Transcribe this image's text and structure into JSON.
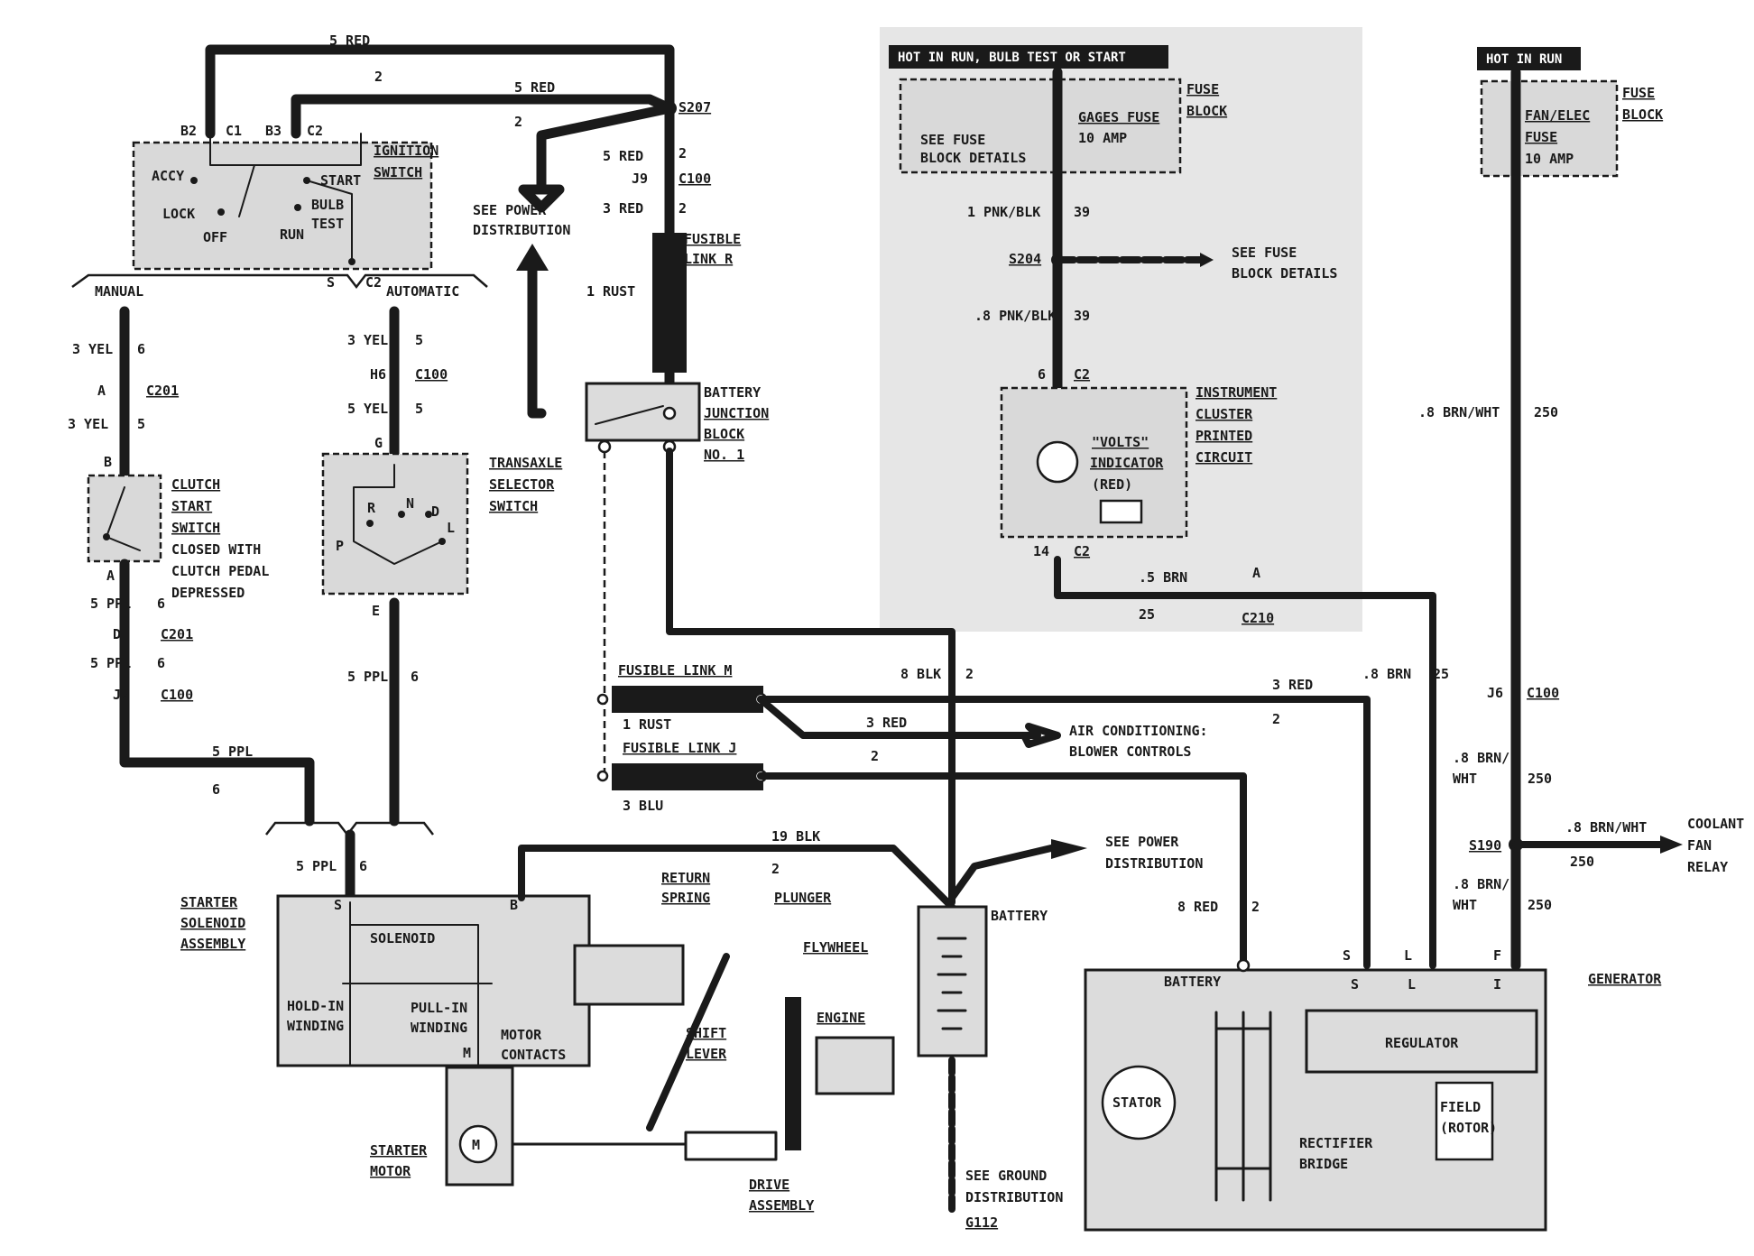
{
  "headers": {
    "hot_bulb": "HOT IN RUN, BULB TEST OR START",
    "hot_run": "HOT IN RUN"
  },
  "ignition": {
    "wire_top": "5 RED",
    "wire_top_num": "2",
    "wire_b3": "5 RED",
    "wire_b3_num": "2",
    "b2": "B2",
    "c1": "C1",
    "b3": "B3",
    "c2": "C2",
    "title1": "IGNITION",
    "title2": "SWITCH",
    "accy": "ACCY",
    "lock": "LOCK",
    "off": "OFF",
    "run": "RUN",
    "start": "START",
    "bulb": "BULB",
    "test": "TEST",
    "s": "S",
    "c2b": "C2",
    "manual": "MANUAL",
    "automatic": "AUTOMATIC"
  },
  "power": {
    "s207": "S207",
    "see1": "SEE POWER",
    "see2": "DISTRIBUTION",
    "w5red": "5 RED",
    "w5red_n": "2",
    "j9": "J9",
    "c100": "C100",
    "w3red": "3 RED",
    "w3red_n": "2",
    "fl_r1": "FUSIBLE",
    "fl_r2": "LINK R",
    "rust1": "1 RUST"
  },
  "bjb": {
    "l1": "BATTERY",
    "l2": "JUNCTION",
    "l3": "BLOCK",
    "l4": "NO. 1"
  },
  "manual_path": {
    "w1": "3 YEL",
    "w1n": "6",
    "a": "A",
    "c201": "C201",
    "w2": "3 YEL",
    "w2n": "5",
    "b": "B",
    "cl1": "CLUTCH",
    "cl2": "START",
    "cl3": "SWITCH",
    "cl4": "CLOSED WITH",
    "cl5": "CLUTCH PEDAL",
    "cl6": "DEPRESSED",
    "a2": "A",
    "w3": "5 PPL",
    "w3n": "6",
    "d": "D",
    "c201b": "C201",
    "w4": "5 PPL",
    "w4n": "6",
    "j7": "J7",
    "c100": "C100",
    "w5": "5 PPL",
    "w5n": "6"
  },
  "auto_path": {
    "w1": "3 YEL",
    "w1n": "5",
    "h6": "H6",
    "c100": "C100",
    "w2": "5 YEL",
    "w2n": "5",
    "g": "G",
    "t1": "TRANSAXLE",
    "t2": "SELECTOR",
    "t3": "SWITCH",
    "p": "P",
    "r": "R",
    "n": "N",
    "d": "D",
    "l": "L",
    "e": "E",
    "w3": "5 PPL",
    "w3n": "6"
  },
  "fusible": {
    "m": "FUSIBLE LINK M",
    "m_wire": "1 RUST",
    "j": "FUSIBLE LINK J",
    "j_wire": "3 BLU",
    "blk8": "8 BLK",
    "blk8n": "2",
    "red3": "3 RED",
    "red3n": "2",
    "ac1": "AIR CONDITIONING:",
    "ac2": "BLOWER CONTROLS",
    "red3b": "3 RED",
    "red3bn": "2"
  },
  "starter": {
    "w": "5 PPL",
    "wn": "6",
    "t1": "STARTER",
    "t2": "SOLENOID",
    "t3": "ASSEMBLY",
    "s": "S",
    "b": "B",
    "solenoid": "SOLENOID",
    "hold1": "HOLD-IN",
    "hold2": "WINDING",
    "pull1": "PULL-IN",
    "pull2": "WINDING",
    "mc1": "MOTOR",
    "mc2": "CONTACTS",
    "m": "M",
    "motor1": "STARTER",
    "motor2": "MOTOR",
    "motor_m": "M",
    "ret1": "RETURN",
    "ret2": "SPRING",
    "plunger": "PLUNGER",
    "flywheel": "FLYWHEEL",
    "shift1": "SHIFT",
    "shift2": "LEVER",
    "engine": "ENGINE",
    "drive1": "DRIVE",
    "drive2": "ASSEMBLY",
    "blk19": "19 BLK",
    "blk19n": "2"
  },
  "battery": {
    "label": "BATTERY",
    "see1": "SEE POWER",
    "see2": "DISTRIBUTION",
    "gnd1": "SEE GROUND",
    "gnd2": "DISTRIBUTION",
    "g112": "G112"
  },
  "gages": {
    "gages1": "GAGES FUSE",
    "gages2": "10 AMP",
    "fb1": "FUSE",
    "fb2": "BLOCK",
    "sfd1": "SEE FUSE",
    "sfd2": "BLOCK DETAILS",
    "w1": "1 PNK/BLK",
    "w1n": "39",
    "s204": "S204",
    "sf1": "SEE FUSE",
    "sf2": "BLOCK DETAILS",
    "w2": ".8 PNK/BLK",
    "w2n": "39",
    "pin6": "6",
    "c2": "C2",
    "ic1": "INSTRUMENT",
    "ic2": "CLUSTER",
    "ic3": "PRINTED",
    "ic4": "CIRCUIT",
    "volts": "\"VOLTS\"",
    "indicator": "INDICATOR",
    "red": "(RED)",
    "pin14": "14",
    "c2b": "C2",
    "brn": ".5 BRN",
    "brnn": "25",
    "a": "A",
    "c210": "C210"
  },
  "fan": {
    "fe1": "FAN/ELEC",
    "fe2": "FUSE",
    "fe3": "10 AMP",
    "fb1": "FUSE",
    "fb2": "BLOCK",
    "w1": ".8 BRN/WHT",
    "w1n": "250",
    "j6": "J6",
    "c100": "C100",
    "w2a": ".8 BRN/",
    "w2b": "WHT",
    "w2n": "250",
    "s190": "S190",
    "w3": ".8 BRN/WHT",
    "w3n": "250",
    "cool1": "COOLANT",
    "cool2": "FAN",
    "cool3": "RELAY",
    "w4a": ".8 BRN/",
    "w4b": "WHT",
    "w4n": "250"
  },
  "generator": {
    "label": "GENERATOR",
    "red8": "8 RED",
    "red8n": "2",
    "brn8": ".8 BRN",
    "brn8n": "25",
    "battery": "BATTERY",
    "s": "S",
    "l": "L",
    "f": "F",
    "s2": "S",
    "l2": "L",
    "i": "I",
    "regulator": "REGULATOR",
    "stator": "STATOR",
    "rect1": "RECTIFIER",
    "rect2": "BRIDGE",
    "field1": "FIELD",
    "field2": "(ROTOR)"
  }
}
